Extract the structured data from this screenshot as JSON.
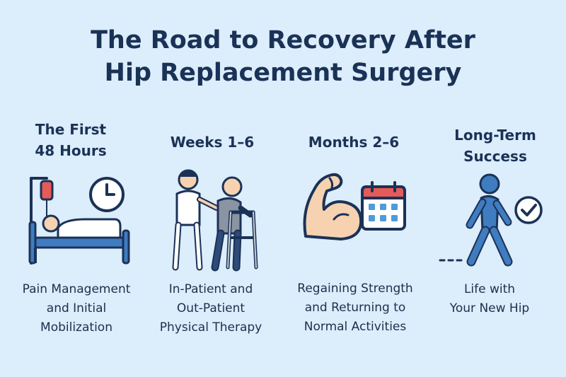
{
  "title": {
    "line1": "The Road to Recovery After",
    "line2": "Hip Replacement Surgery"
  },
  "stages": [
    {
      "title": [
        "The First",
        "48 Hours"
      ],
      "desc": [
        "Pain Management",
        "and Initial",
        "Mobilization"
      ],
      "icons": [
        "hospital-bed-icon",
        "clock-icon"
      ]
    },
    {
      "title": [
        "Weeks 1–6"
      ],
      "desc": [
        "In-Patient and",
        "Out-Patient",
        "Physical Therapy"
      ],
      "icons": [
        "therapist-icon",
        "walker-patient-icon"
      ]
    },
    {
      "title": [
        "Months 2–6"
      ],
      "desc": [
        "Regaining Strength",
        "and Returning to",
        "Normal Activities"
      ],
      "icons": [
        "flexed-arm-icon",
        "calendar-icon"
      ]
    },
    {
      "title": [
        "Long-Term",
        "Success"
      ],
      "desc": [
        "Life with",
        "Your New Hip"
      ],
      "icons": [
        "walking-person-icon",
        "checkmark-icon"
      ]
    }
  ],
  "colors": {
    "background": "#dcedfb",
    "navy": "#1b3257",
    "blue": "#3f7cc0",
    "skin": "#f6d2b0",
    "red": "#e65a58",
    "gray": "#8a94a3"
  }
}
